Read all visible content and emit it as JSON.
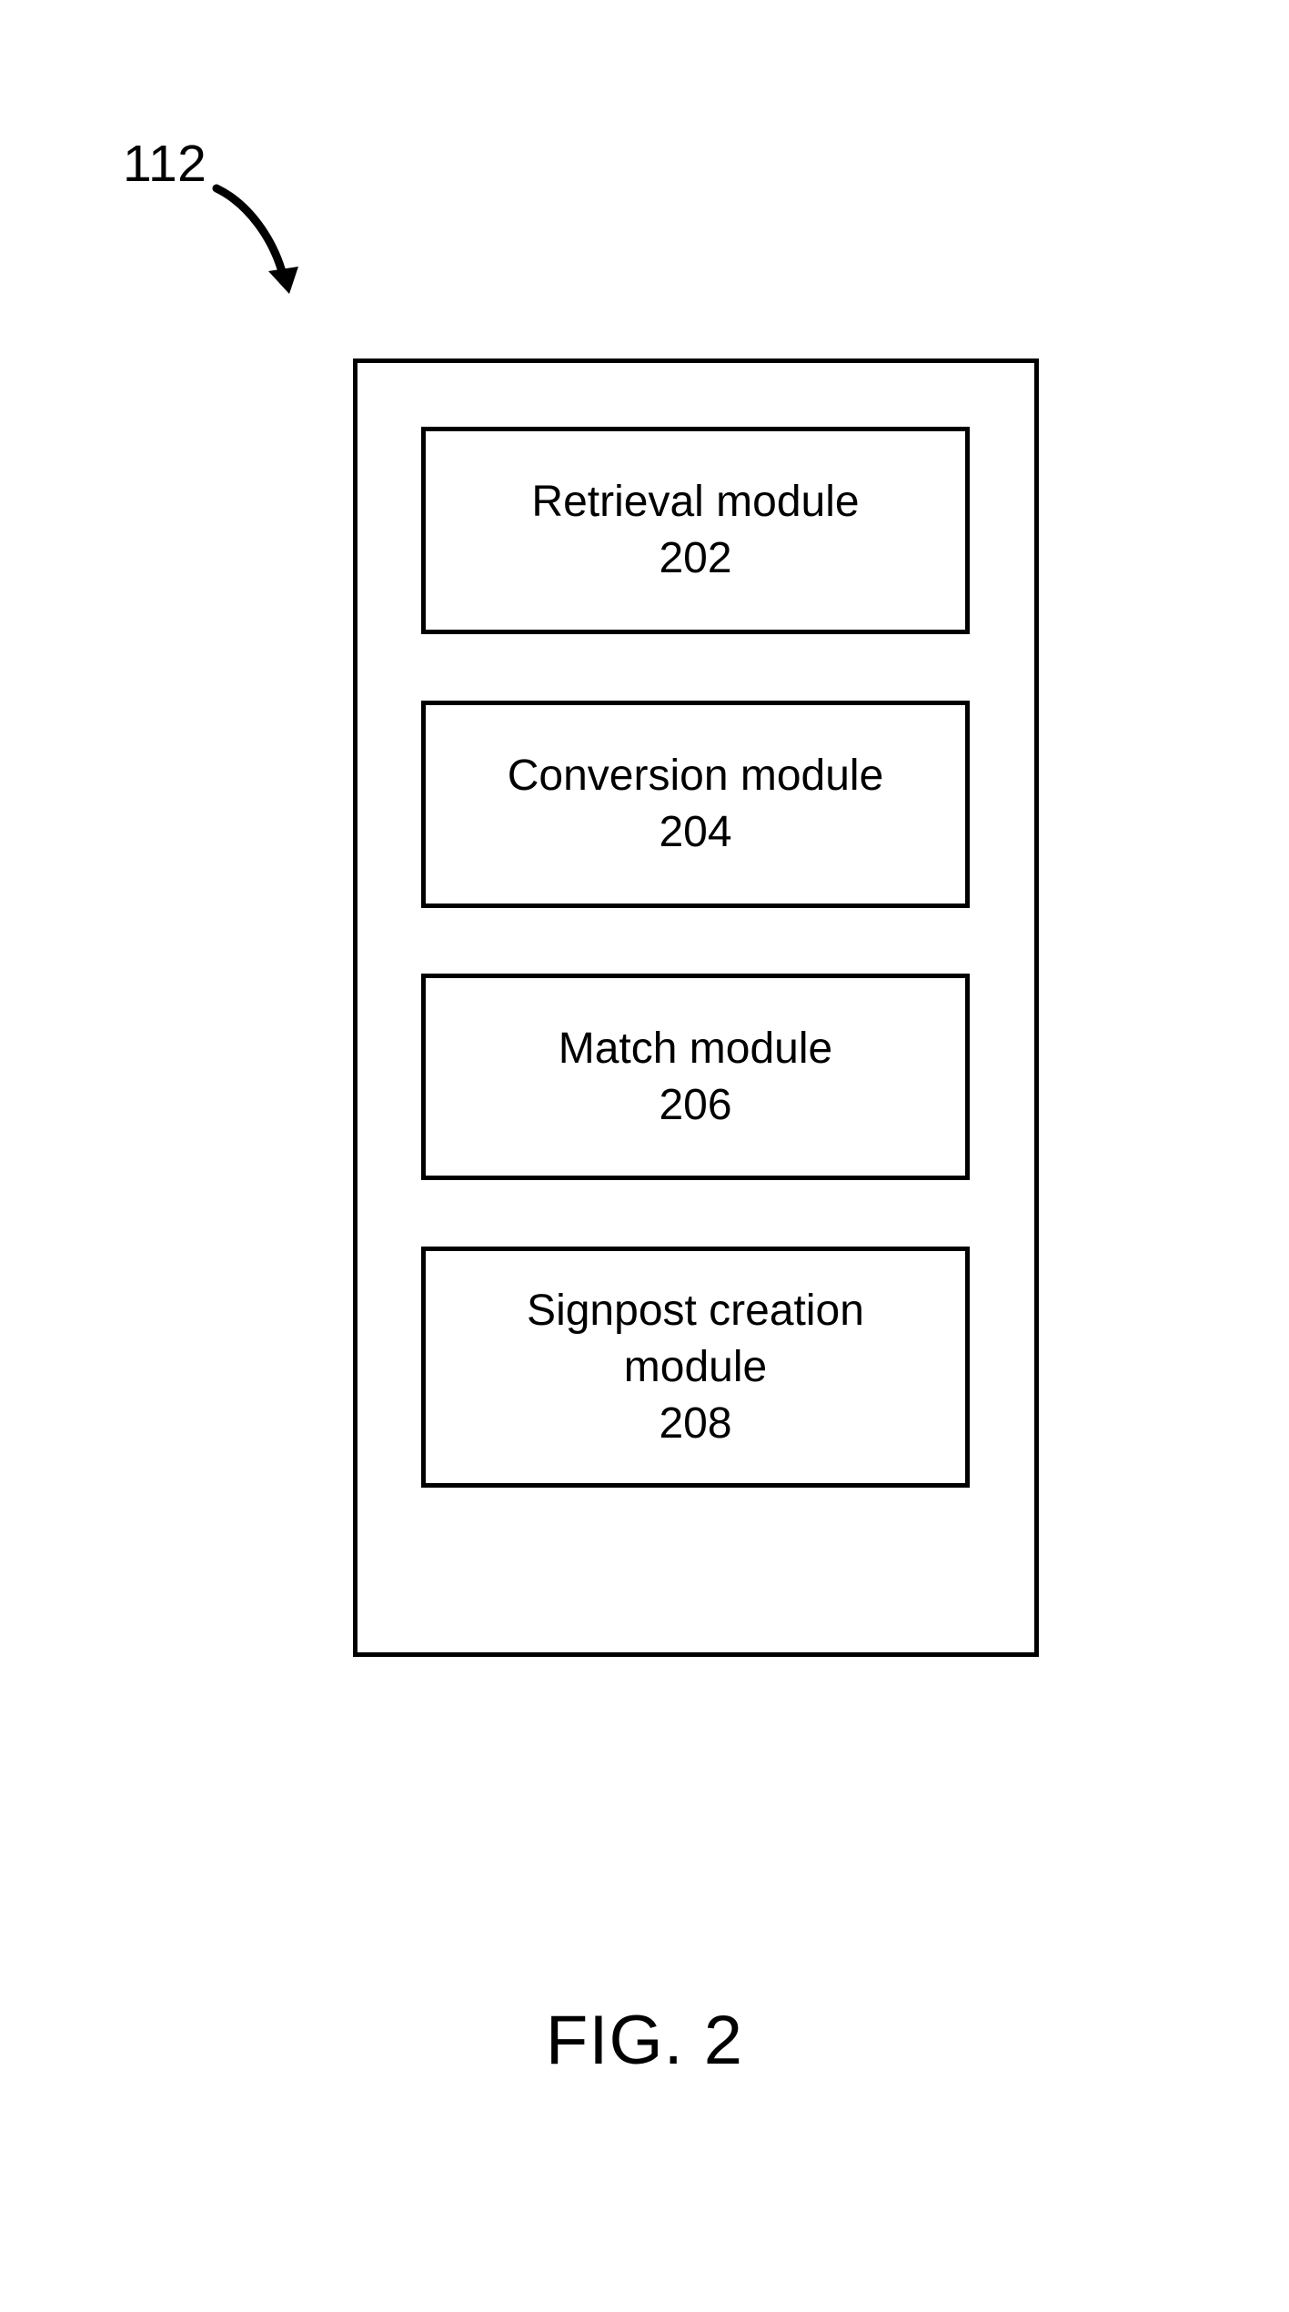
{
  "figure": {
    "caption": "FIG. 2",
    "reference_numeral": "112",
    "lead_arrow_icon": "curved-arrow-icon",
    "container": {
      "name": "system-container",
      "modules": [
        {
          "id": "retrieval-module",
          "title": "Retrieval module",
          "number": "202",
          "lines": [
            "Retrieval module",
            "202"
          ]
        },
        {
          "id": "conversion-module",
          "title": "Conversion module",
          "number": "204",
          "lines": [
            "Conversion module",
            "204"
          ]
        },
        {
          "id": "match-module",
          "title": "Match module",
          "number": "206",
          "lines": [
            "Match module",
            "206"
          ]
        },
        {
          "id": "signpost-creation-module",
          "title": "Signpost creation module",
          "number": "208",
          "lines": [
            "Signpost creation",
            "module",
            "208"
          ]
        }
      ]
    },
    "colors": {
      "stroke": "#000000",
      "fill": "#ffffff",
      "text": "#000000"
    }
  }
}
